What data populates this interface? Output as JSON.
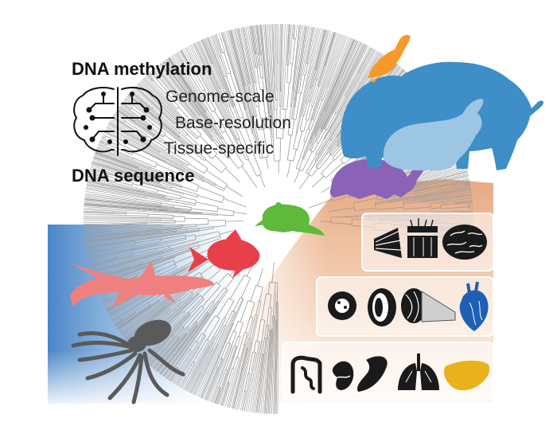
{
  "labels": {
    "methylation_title": "DNA methylation",
    "features": [
      "Genome-scale",
      "Base-resolution",
      "Tissue-specific"
    ],
    "sequence_title": "DNA sequence"
  },
  "colors": {
    "tree": "#9a9a9a",
    "water_blue": "#3f7fc4",
    "land_peach": "#e8a57c",
    "elephant": "#3e8ec7",
    "rabbit": "#9dc6e4",
    "bird": "#f59a2a",
    "turtle": "#8a62b8",
    "frog": "#5fb93a",
    "goldfish": "#e8404a",
    "shark": "#f08080",
    "octopus": "#5a5a5a",
    "heart": "#1f5fb5",
    "liver": "#e9b21c",
    "organ_dark": "#1a1a1a"
  },
  "icons": [
    "brain-circuit-icon",
    "elephant-icon",
    "rabbit-icon",
    "bird-icon",
    "turtle-icon",
    "frog-icon",
    "goldfish-icon",
    "shark-icon",
    "octopus-icon",
    "fin-icon",
    "skin-icon",
    "brain-icon",
    "kidney-cross-section-icon",
    "eye-icon",
    "muscle-icon",
    "heart-icon",
    "intestine-icon",
    "kidney-icon",
    "spleen-icon",
    "lungs-icon",
    "liver-icon"
  ]
}
